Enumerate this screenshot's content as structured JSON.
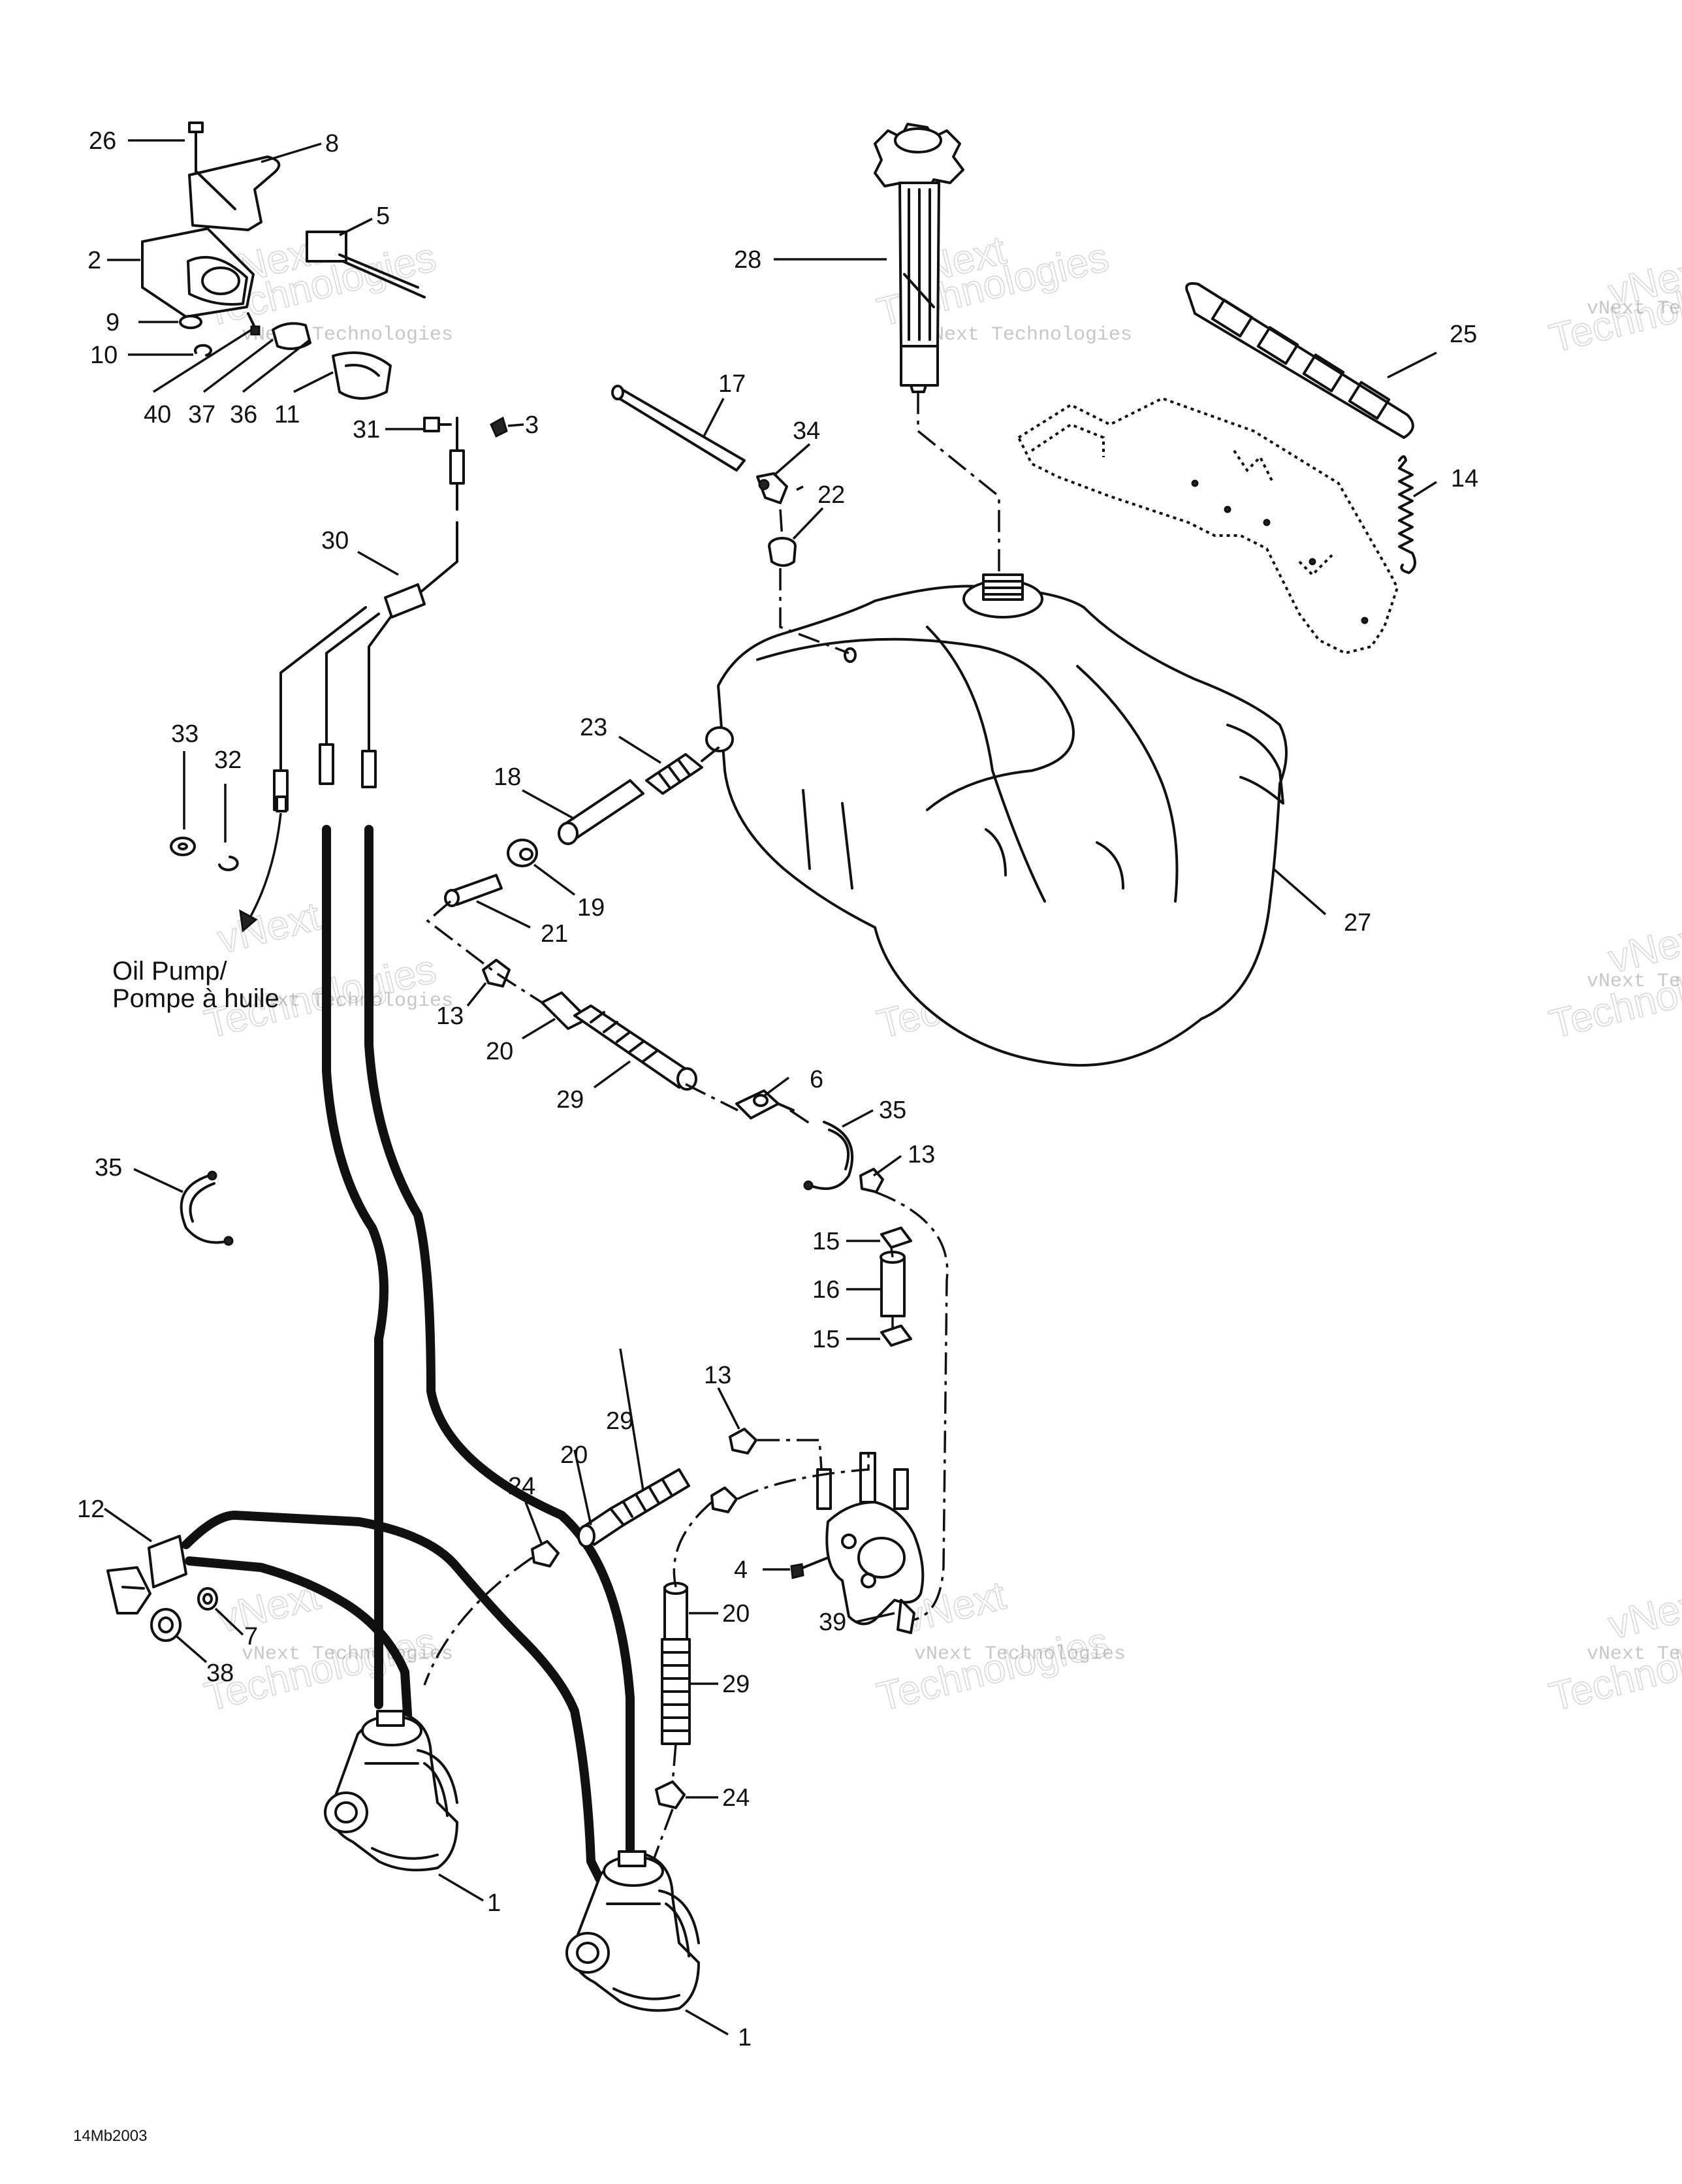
{
  "callouts": {
    "c26": "26",
    "c8": "8",
    "c5": "5",
    "c2": "2",
    "c9": "9",
    "c10": "10",
    "c40": "40",
    "c37": "37",
    "c36": "36",
    "c11": "11",
    "c31": "31",
    "c3": "3",
    "c30": "30",
    "c33": "33",
    "c32": "32",
    "c28": "28",
    "c17": "17",
    "c34": "34",
    "c22": "22",
    "c25": "25",
    "c14": "14",
    "c23": "23",
    "c18": "18",
    "c19": "19",
    "c21": "21",
    "c27": "27",
    "c13a": "13",
    "c20a": "20",
    "c29a": "29",
    "c6": "6",
    "c35a": "35",
    "c13b": "13",
    "c35b": "35",
    "c15a": "15",
    "c16": "16",
    "c15b": "15",
    "c13c": "13",
    "c29b": "29",
    "c20b": "20",
    "c24a": "24",
    "c4": "4",
    "c39": "39",
    "c20c": "20",
    "c29c": "29",
    "c24b": "24",
    "c12": "12",
    "c7": "7",
    "c38": "38",
    "c1a": "1",
    "c1b": "1"
  },
  "notes": {
    "oil_pump_en": "Oil Pump/",
    "oil_pump_fr": "Pompe à huile"
  },
  "drawing_code": "14Mb2003",
  "watermark": {
    "line1": "vNext",
    "line2": "Technologies",
    "small": "vNext Technologies"
  }
}
